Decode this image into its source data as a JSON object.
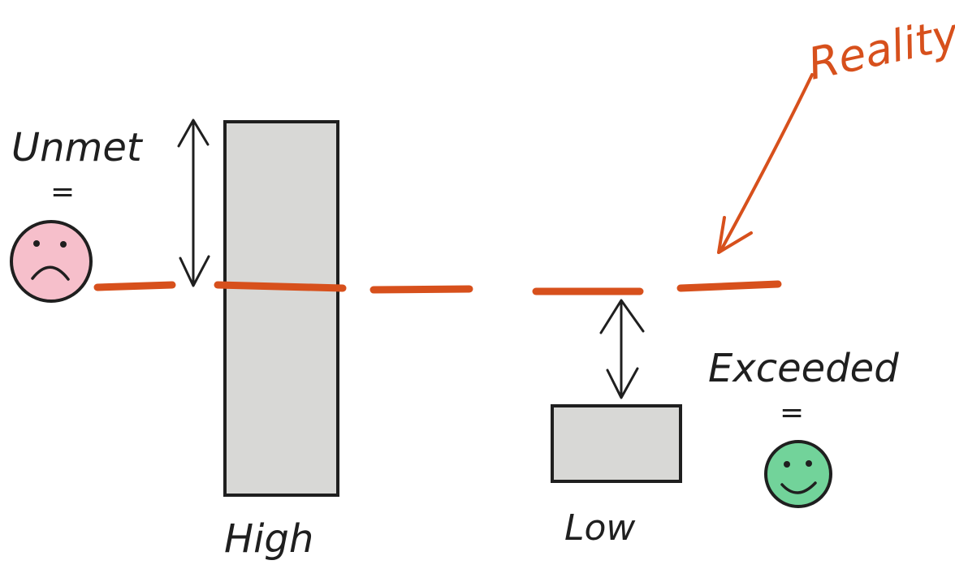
{
  "labels": {
    "unmet": "Unmet",
    "unmet_equals": "=",
    "exceeded": "Exceeded",
    "exceeded_equals": "=",
    "high": "High",
    "low": "Low",
    "reality": "Reality"
  },
  "faces": {
    "sad": {
      "mood": "sad",
      "color": "#f6bfcb"
    },
    "happy": {
      "mood": "happy",
      "color": "#72d39a"
    }
  },
  "colors": {
    "reality_line": "#d7501c",
    "bar_fill": "#d8d8d6",
    "ink": "#1f1f1f"
  },
  "expectations": {
    "high": "above reality",
    "low": "below reality"
  }
}
